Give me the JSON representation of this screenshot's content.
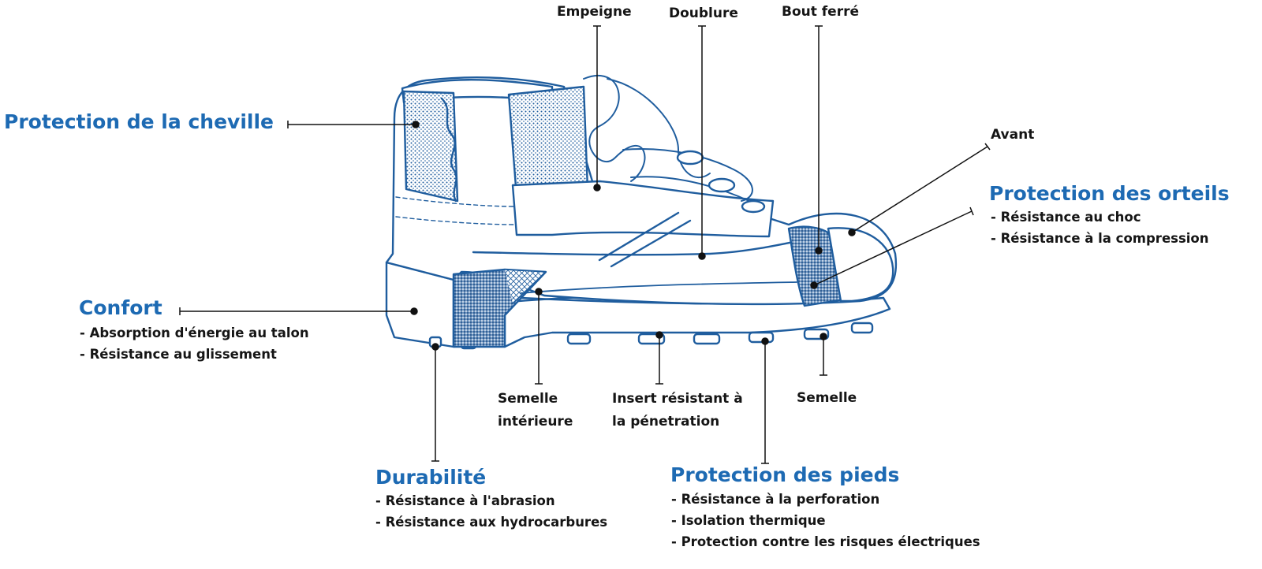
{
  "parts": {
    "empeigne": "Empeigne",
    "doublure": "Doublure",
    "bout_ferre": "Bout ferré",
    "avant": "Avant",
    "semelle_interieure": [
      "Semelle",
      "intérieure"
    ],
    "insert": [
      "Insert résistant à",
      "la pénetration"
    ],
    "semelle": "Semelle"
  },
  "features": {
    "cheville": {
      "title": "Protection de la cheville"
    },
    "confort": {
      "title": "Confort",
      "items": [
        "Absorption d'énergie au talon",
        "Résistance au glissement"
      ]
    },
    "orteils": {
      "title": "Protection des orteils",
      "items": [
        "Résistance au choc",
        "Résistance à la compression"
      ]
    },
    "durabilite": {
      "title": "Durabilité",
      "items": [
        "Résistance à l'abrasion",
        "Résistance aux hydrocarbures"
      ]
    },
    "pieds": {
      "title": "Protection des pieds",
      "items": [
        "Résistance à la perforation",
        "Isolation thermique",
        "Protection contre les risques électriques"
      ]
    }
  },
  "colors": {
    "accent": "#1d6ab3",
    "boot_line": "#1f5d9e",
    "boot_fill": "#ffffff",
    "leader": "#111111"
  }
}
